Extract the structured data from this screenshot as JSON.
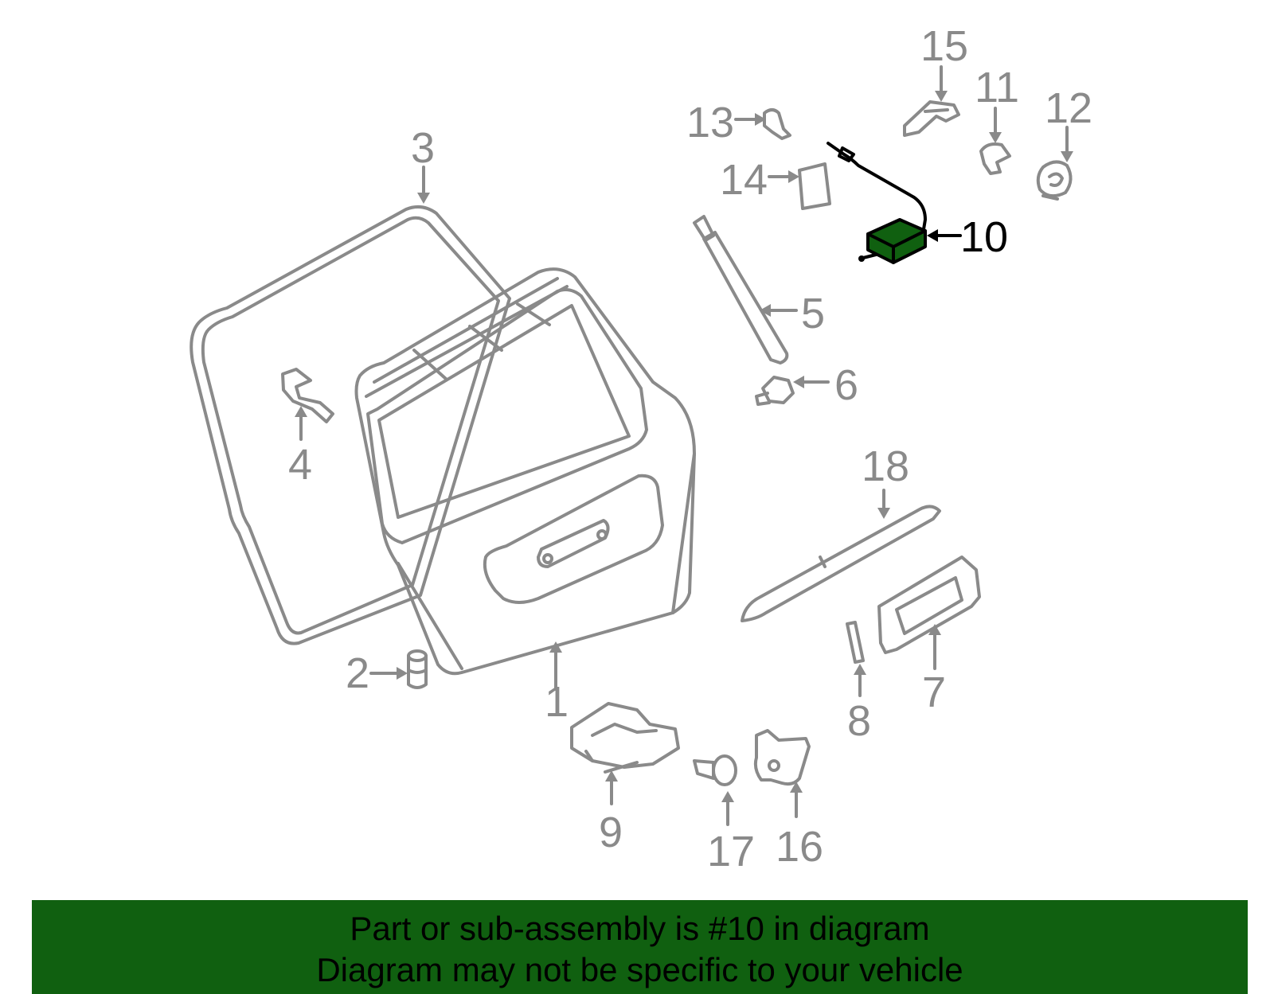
{
  "callouts": [
    "1",
    "2",
    "3",
    "4",
    "5",
    "6",
    "7",
    "8",
    "9",
    "10",
    "11",
    "12",
    "13",
    "14",
    "15",
    "16",
    "17",
    "18"
  ],
  "highlighted_part": "10",
  "highlight_color": "#106010",
  "banner": {
    "line1": "Part or sub-assembly is #10 in diagram",
    "line2": "Diagram may not be specific to your vehicle",
    "background": "#106010"
  }
}
